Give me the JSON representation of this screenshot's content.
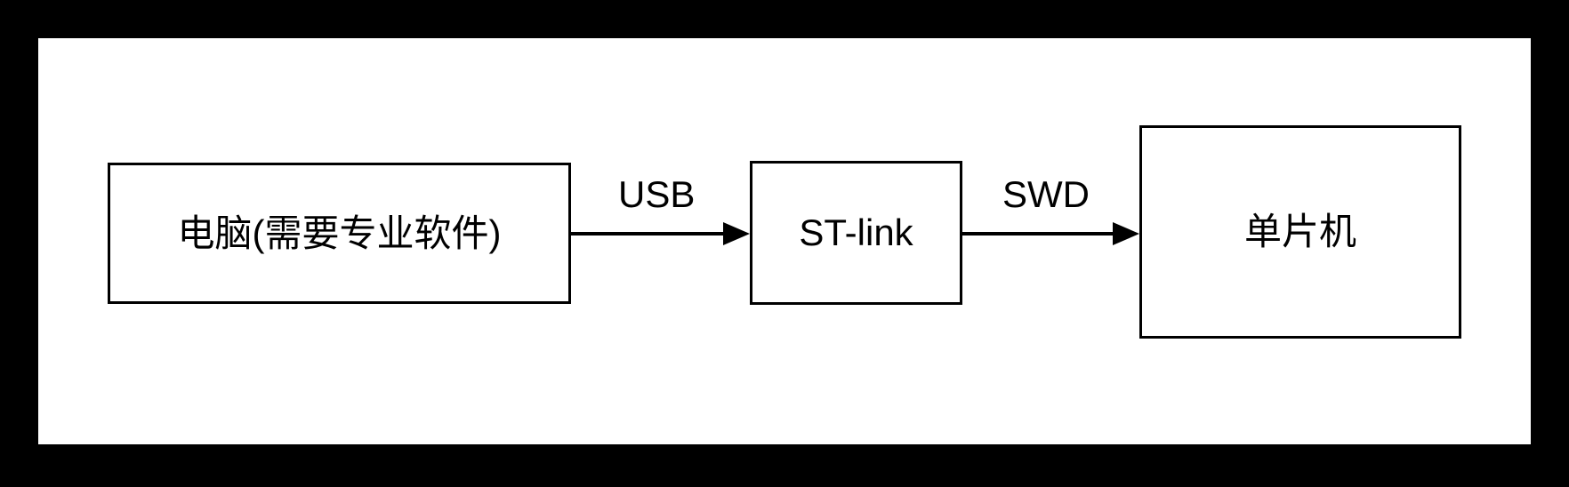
{
  "diagram": {
    "background_color": "#000000",
    "canvas_color": "#ffffff",
    "stroke_color": "#000000",
    "nodes": [
      {
        "id": "computer",
        "label": "电脑(需要专业软件)"
      },
      {
        "id": "stlink",
        "label": "ST-link"
      },
      {
        "id": "mcu",
        "label": "单片机"
      }
    ],
    "edges": [
      {
        "id": "usb",
        "label": "USB",
        "from": "computer",
        "to": "stlink",
        "arrow": "arrow-right-icon"
      },
      {
        "id": "swd",
        "label": "SWD",
        "from": "stlink",
        "to": "mcu",
        "arrow": "arrow-right-icon"
      }
    ]
  }
}
